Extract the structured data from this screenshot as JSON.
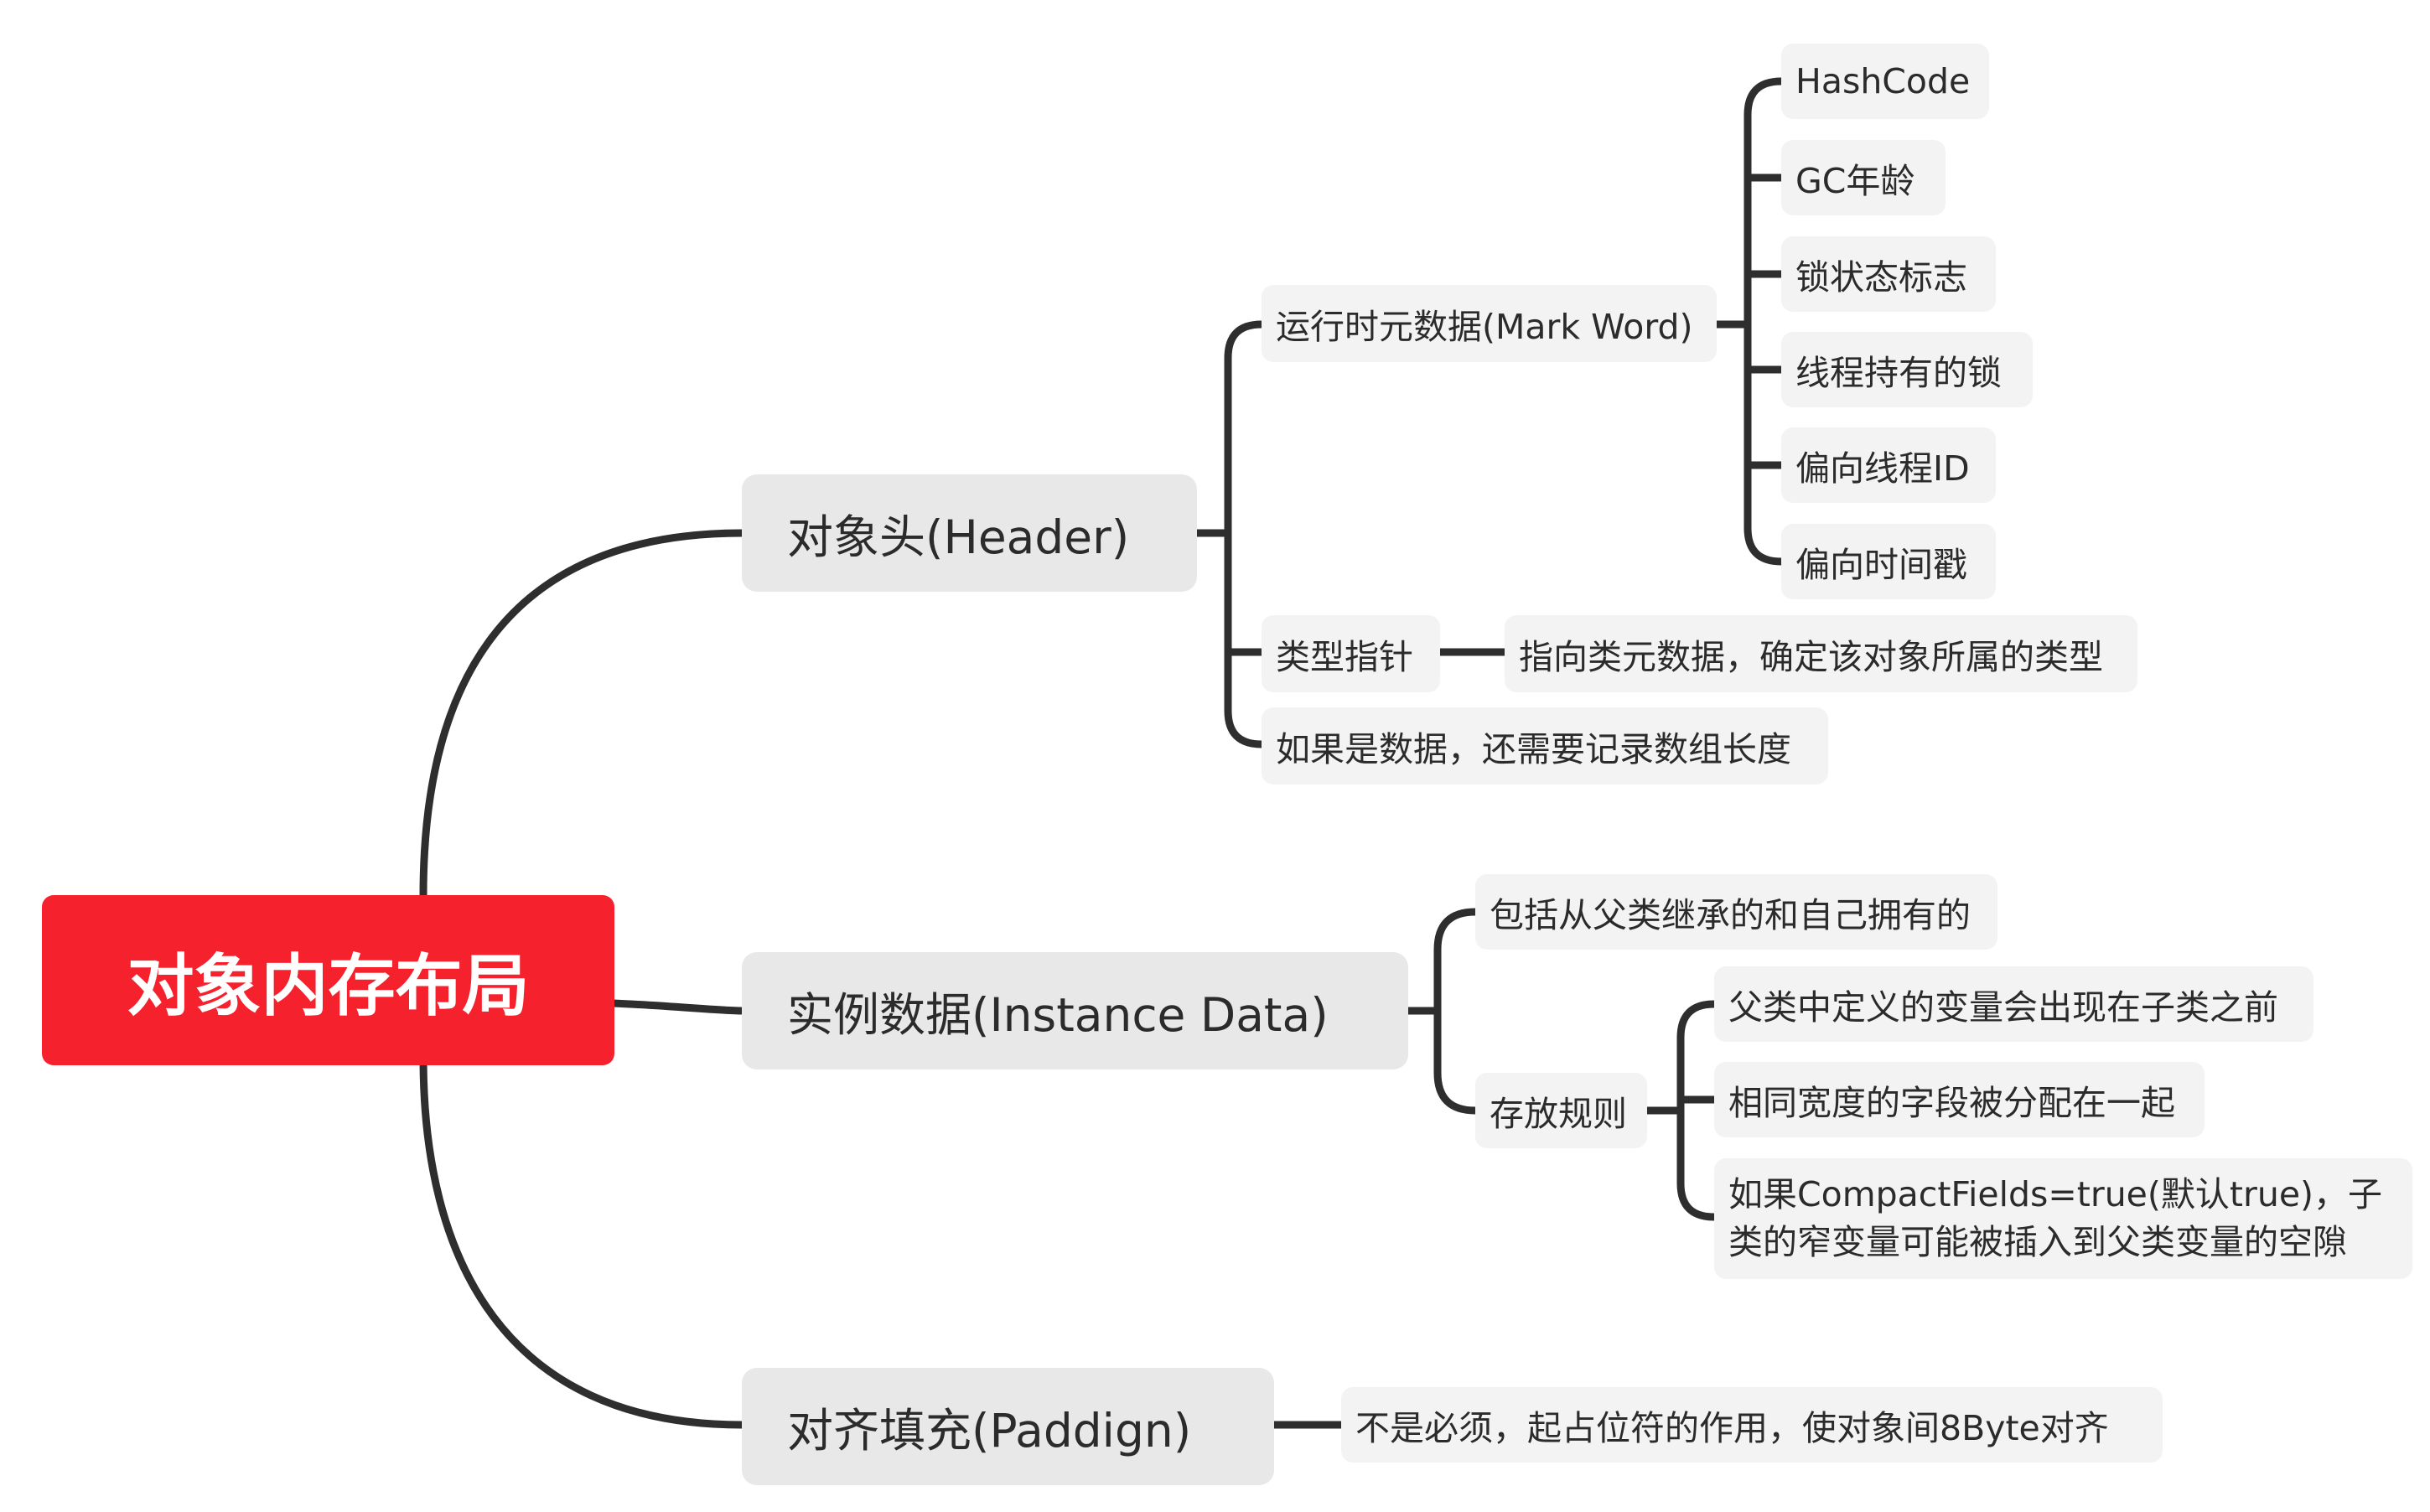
{
  "colors": {
    "root": "#f5222d",
    "branch": "#2e2e2e",
    "l1_bg": "#e8e8e8",
    "l2_bg": "#f3f3f3"
  },
  "root": "对象内存布局",
  "header": {
    "label": "对象头(Header)",
    "mark_word": {
      "label": "运行时元数据(Mark Word)",
      "items": [
        "HashCode",
        "GC年龄",
        "锁状态标志",
        "线程持有的锁",
        "偏向线程ID",
        "偏向时间戳"
      ]
    },
    "type_pointer": {
      "label": "类型指针",
      "detail": "指向类元数据，确定该对象所属的类型"
    },
    "array_length": "如果是数据，还需要记录数组长度"
  },
  "instance_data": {
    "label": "实例数据(Instance Data)",
    "includes": "包括从父类继承的和自己拥有的",
    "rules": {
      "label": "存放规则",
      "items": [
        "父类中定义的变量会出现在子类之前",
        "相同宽度的字段被分配在一起",
        "如果CompactFields=true(默认true)，子类的窄变量可能被插入到父类变量的空隙"
      ]
    }
  },
  "padding": {
    "label": "对齐填充(Paddign)",
    "detail": "不是必须，起占位符的作用，使对象间8Byte对齐"
  }
}
